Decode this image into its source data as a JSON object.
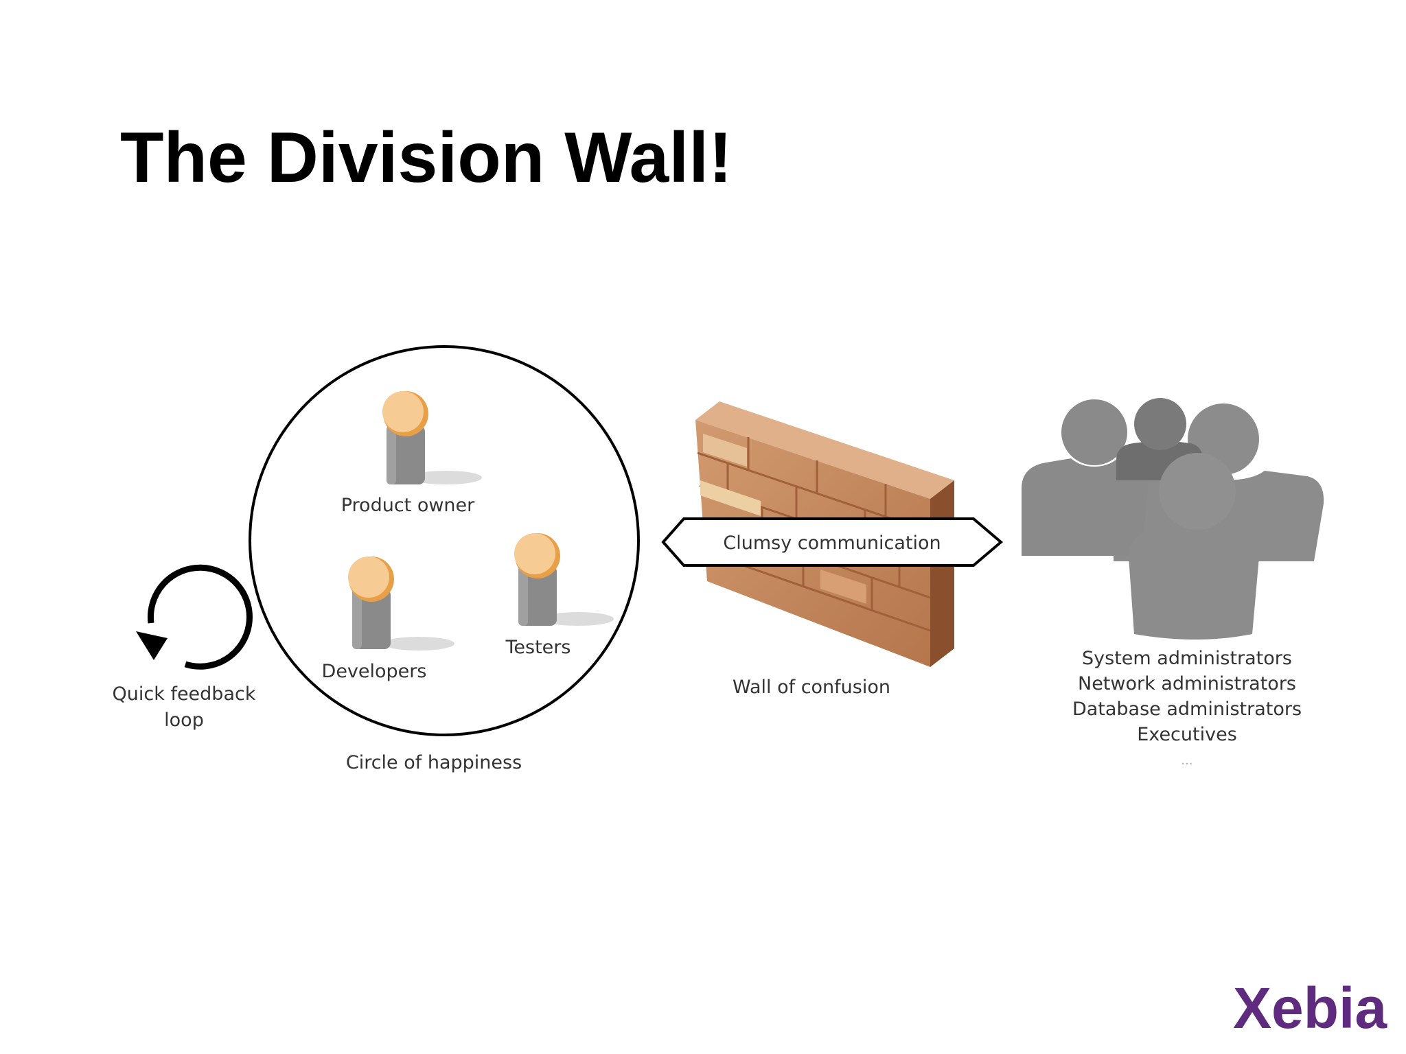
{
  "slide": {
    "title": "The Division Wall!"
  },
  "diagram": {
    "feedback_loop": {
      "icon": "circular-arrow-icon",
      "label_line1": "Quick feedback",
      "label_line2": "loop"
    },
    "circle_of_happiness": {
      "label": "Circle of happiness",
      "roles": {
        "product_owner": "Product owner",
        "developers": "Developers",
        "testers": "Testers"
      }
    },
    "wall": {
      "icon": "brick-wall-icon",
      "label": "Wall of confusion",
      "arrow_label": "Clumsy communication"
    },
    "operations": {
      "icon": "people-group-icon",
      "roles": [
        "System administrators",
        "Network administrators",
        "Database administrators",
        "Executives"
      ],
      "more": "..."
    }
  },
  "brand": {
    "logo_text": "Xebia",
    "color": "#5e2b7f"
  },
  "colors": {
    "skin": "#f6cb94",
    "skin_shade": "#e8a048",
    "person_body": "#8a8a8a",
    "wall_face": "#c98a60",
    "wall_side": "#8a4f2c",
    "group_gray": "#7d7d7d"
  }
}
